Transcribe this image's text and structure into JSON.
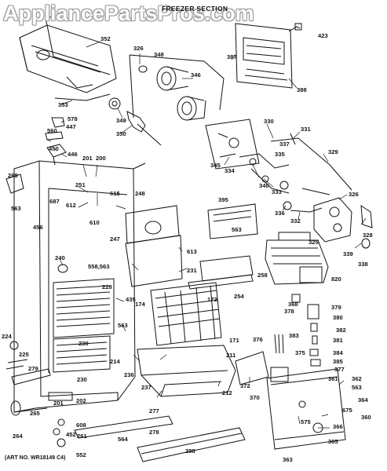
{
  "watermark": "AppliancePartsPros.com",
  "title": "FREEZER SECTION",
  "art_no": "(ART NO. WR18149 C4)",
  "labels": [
    "352",
    "326",
    "348",
    "346",
    "387",
    "388",
    "423",
    "353",
    "349",
    "350",
    "578",
    "447",
    "560",
    "450",
    "446",
    "330",
    "331",
    "329",
    "337",
    "335",
    "345",
    "334",
    "340",
    "333",
    "336",
    "332",
    "326",
    "328",
    "339",
    "338",
    "325",
    "201",
    "200",
    "251",
    "268",
    "615",
    "612",
    "248",
    "687",
    "563",
    "610",
    "395",
    "563",
    "456",
    "247",
    "613",
    "240",
    "558,563",
    "231",
    "258",
    "254",
    "820",
    "228",
    "435",
    "174",
    "173",
    "368",
    "378",
    "379",
    "380",
    "382",
    "381",
    "563",
    "171",
    "376",
    "383",
    "375",
    "384",
    "385",
    "377",
    "224",
    "230",
    "214",
    "211",
    "225",
    "279",
    "236",
    "237",
    "212",
    "372",
    "230",
    "202",
    "362",
    "563",
    "370",
    "361",
    "364",
    "675",
    "265",
    "264",
    "201",
    "608",
    "452",
    "261",
    "277",
    "564",
    "278",
    "575",
    "366",
    "360",
    "552",
    "288",
    "365",
    "363"
  ]
}
